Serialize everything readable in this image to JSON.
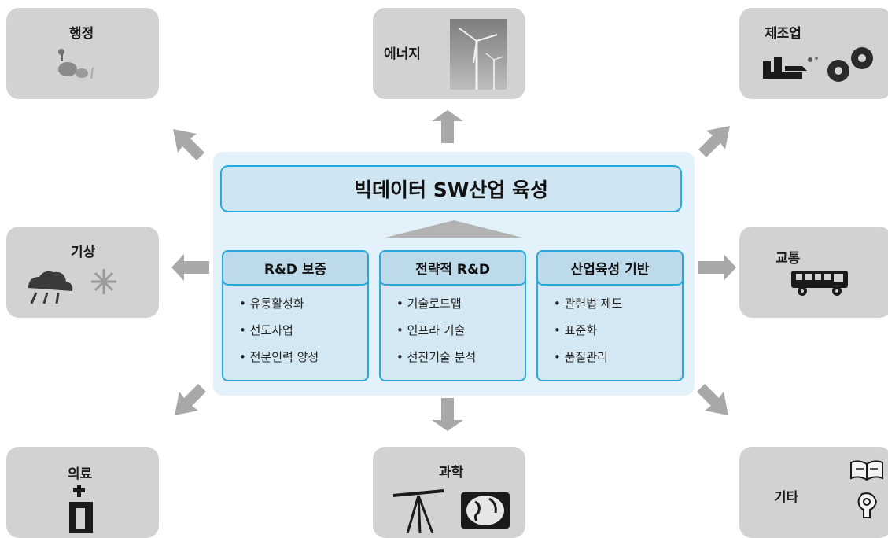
{
  "center": {
    "title": "빅데이터 SW산업 육성",
    "columns": [
      {
        "heading": "R&D 보증",
        "items": [
          "유통활성화",
          "선도사업",
          "전문인력 양성"
        ]
      },
      {
        "heading": "전략적 R&D",
        "items": [
          "기술로드맵",
          "인프라 기술",
          "선진기술 분석"
        ]
      },
      {
        "heading": "산업육성 기반",
        "items": [
          "관련법 제도",
          "표준화",
          "품질관리"
        ]
      }
    ]
  },
  "sectors": {
    "administration": "행정",
    "energy": "에너지",
    "manufacturing": "제조업",
    "weather": "기상",
    "transport": "교통",
    "medical": "의료",
    "science": "과학",
    "other": "기타"
  },
  "icons": {
    "administration": "hand-icon",
    "energy": "wind-turbine-icon",
    "manufacturing": "factory-gears-icon",
    "weather": "cloud-snowflake-icon",
    "transport": "bus-icon",
    "medical": "medical-bag-icon",
    "science": "telescope-globe-icon",
    "other": "book-lightbulb-icon"
  },
  "colors": {
    "sector_bg": "#d2d2d2",
    "center_bg": "#e3f1fa",
    "border_accent": "#2aa8dc",
    "arrow": "#a8a8a8"
  }
}
